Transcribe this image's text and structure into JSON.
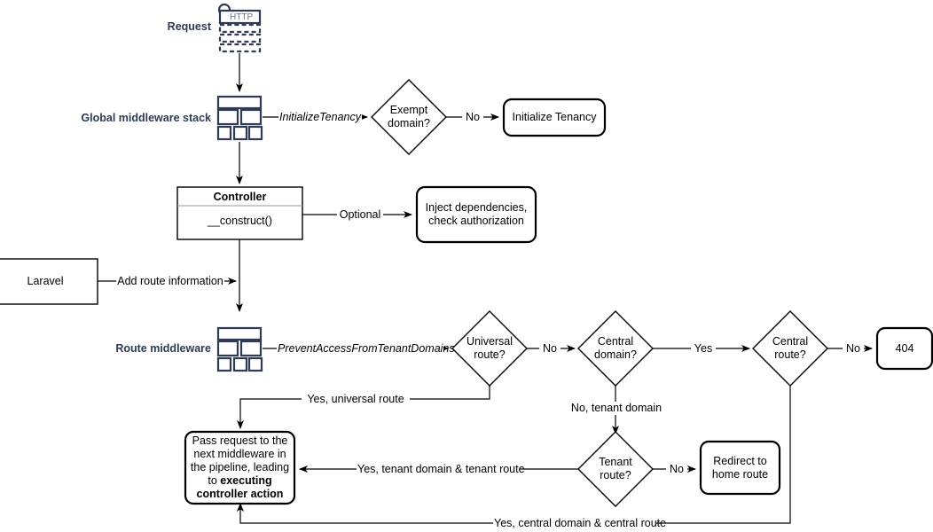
{
  "diagram": {
    "title": "Laravel multi-tenancy request lifecycle flowchart",
    "colors": {
      "stroke": "#000000",
      "icon_stroke": "#2f3b52",
      "side_label": "#2f3b52",
      "divider": "#999999",
      "background": "#ffffff"
    }
  },
  "side_labels": {
    "request": "Request",
    "global_middleware": "Global middleware stack",
    "route_middleware": "Route middleware"
  },
  "icons": {
    "http_request": {
      "name": "http-request-icon",
      "caption": "HTTP"
    },
    "global_stack": {
      "name": "middleware-stack-icon"
    },
    "route_stack": {
      "name": "middleware-stack-icon"
    }
  },
  "nodes": {
    "exempt_domain": "Exempt\ndomain?",
    "initialize_tenancy": "Initialize Tenancy",
    "controller_title": "Controller",
    "controller_member": "__construct()",
    "inject_dependencies": "Inject dependencies,\ncheck authorization",
    "laravel": "Laravel",
    "universal_route": "Universal\nroute?",
    "central_domain": "Central\ndomain?",
    "central_route": "Central\nroute?",
    "not_found": "404",
    "tenant_route": "Tenant\nroute?",
    "redirect_home": "Redirect to\nhome route",
    "pass_request_plain_1": "Pass request to the",
    "pass_request_plain_2": "next middleware in",
    "pass_request_plain_3": "the pipeline, leading",
    "pass_request_plain_4": "to ",
    "pass_request_bold_1": "executing",
    "pass_request_bold_2": "controller action"
  },
  "edges": {
    "initialize_tenancy_mw": "InitializeTenancy",
    "exempt_no": "No",
    "optional": "Optional",
    "add_route_information": "Add route information",
    "prevent_access": "PreventAccessFromTenantDomains",
    "universal_no": "No",
    "central_domain_yes": "Yes",
    "central_route_no": "No",
    "no_tenant_domain": "No, tenant domain",
    "tenant_route_no": "No",
    "yes_universal_route": "Yes, universal route",
    "yes_tenant_domain_tenant_route": "Yes, tenant domain & tenant route",
    "yes_central_domain_central_route": "Yes, central domain & central route"
  }
}
